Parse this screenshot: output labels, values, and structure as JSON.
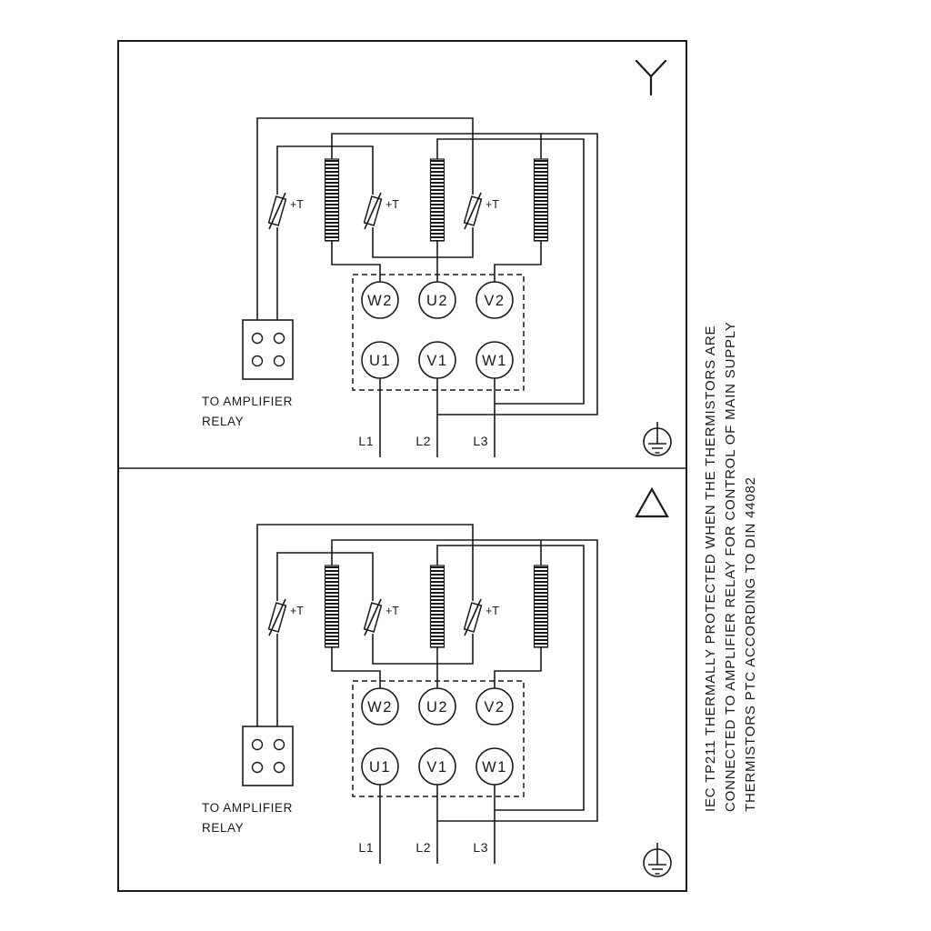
{
  "note": {
    "lines": [
      "IEC TP211 THERMALLY PROTECTED WHEN THE THERMISTORS ARE",
      "CONNECTED TO AMPLIFIER RELAY FOR CONTROL OF MAIN SUPPLY",
      "THERMISTORS PTC ACCORDING TO DIN 44082"
    ]
  },
  "panels": [
    {
      "connection": "star",
      "thermistor_label": "+T",
      "relay_label": [
        "TO AMPLIFIER",
        "RELAY"
      ],
      "terminals_top": [
        "W2",
        "U2",
        "V2"
      ],
      "terminals_bottom": [
        "U1",
        "V1",
        "W1"
      ],
      "supply_labels": [
        "L1",
        "L2",
        "L3"
      ]
    },
    {
      "connection": "delta",
      "thermistor_label": "+T",
      "relay_label": [
        "TO AMPLIFIER",
        "RELAY"
      ],
      "terminals_top": [
        "W2",
        "U2",
        "V2"
      ],
      "terminals_bottom": [
        "U1",
        "V1",
        "W1"
      ],
      "supply_labels": [
        "L1",
        "L2",
        "L3"
      ]
    }
  ],
  "colors": {
    "line": "#1a1a1a",
    "background": "#ffffff"
  }
}
